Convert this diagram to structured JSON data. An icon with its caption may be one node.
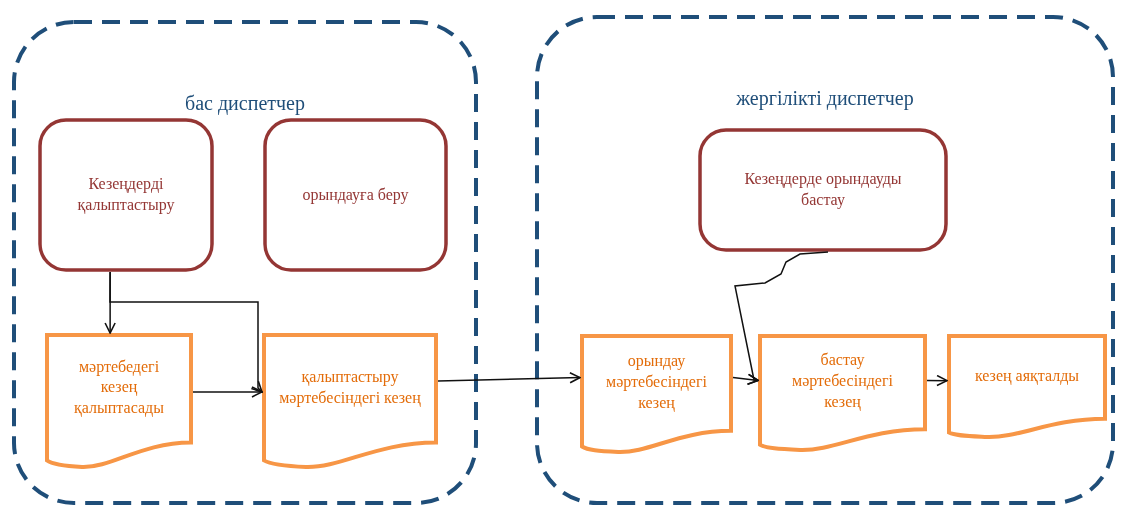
{
  "diagram": {
    "nodes": [
      {
        "text": [
          "бас диспетчер"
        ]
      },
      {
        "text": [
          "Кезеңдерді қалыптастыру"
        ],
        "in": 0
      },
      {
        "text": [
          "орындауға беру"
        ],
        "in": 0
      },
      {
        "text": [
          "мәртебедегі кезең қалыптасады"
        ],
        "in": 0
      },
      {
        "text": [
          "қалыптастыру мәртебесіндегі кезең"
        ],
        "in": 0
      },
      {
        "text": [
          "жергілікті диспетчер"
        ]
      },
      {
        "text": [
          "Кезеңдерде орындауды бастау"
        ],
        "in": 5
      },
      {
        "text": [
          "орындау мәртебесіндегі кезең"
        ],
        "in": 5
      },
      {
        "text": [
          "бастау мәртебесіндегі кезең"
        ],
        "in": 5
      },
      {
        "text": [
          "кезең аяқталды"
        ],
        "in": 5
      }
    ],
    "edges": [
      {
        "from": 1,
        "to": 3,
        "arrow": "to"
      },
      {
        "from": 1,
        "to": 4,
        "arrow": "to"
      },
      {
        "from": 3,
        "to": 4,
        "arrow": "to"
      },
      {
        "from": 4,
        "to": 7,
        "arrow": "to"
      },
      {
        "from": 7,
        "to": 8,
        "arrow": "to"
      },
      {
        "from": 6,
        "to": 8,
        "arrow": "to"
      },
      {
        "from": 8,
        "to": 9,
        "arrow": "to"
      }
    ]
  }
}
